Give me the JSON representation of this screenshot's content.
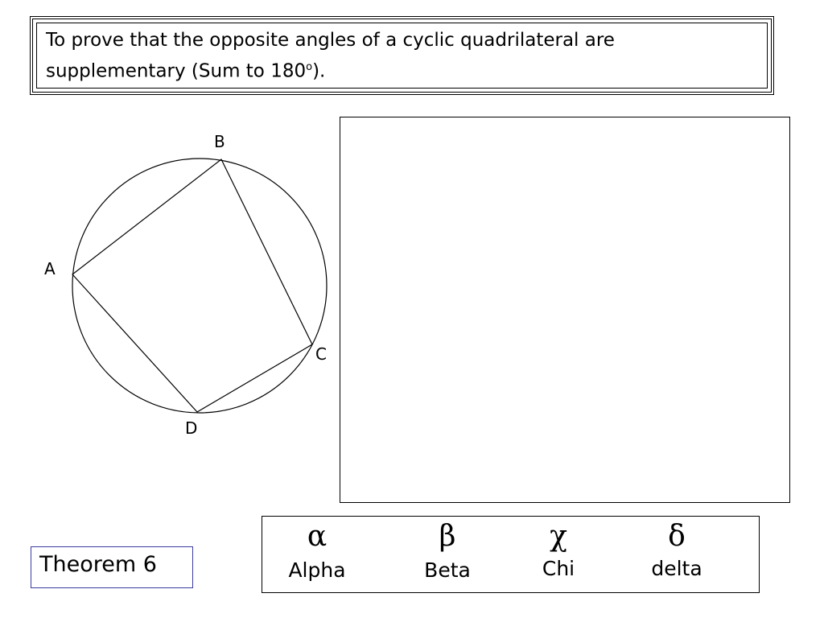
{
  "title": {
    "line_text": "To prove that the opposite angles of a cyclic quadrilateral are supplementary (Sum to 180",
    "degree_symbol": "o",
    "closing": ")."
  },
  "diagram": {
    "points": {
      "A": "A",
      "B": "B",
      "C": "C",
      "D": "D"
    }
  },
  "theorem_label": "Theorem 6",
  "greek_letters": [
    {
      "symbol": "α",
      "name": "Alpha"
    },
    {
      "symbol": "β",
      "name": "Beta"
    },
    {
      "symbol": "χ",
      "name": "Chi"
    },
    {
      "symbol": "δ",
      "name": "delta"
    }
  ]
}
